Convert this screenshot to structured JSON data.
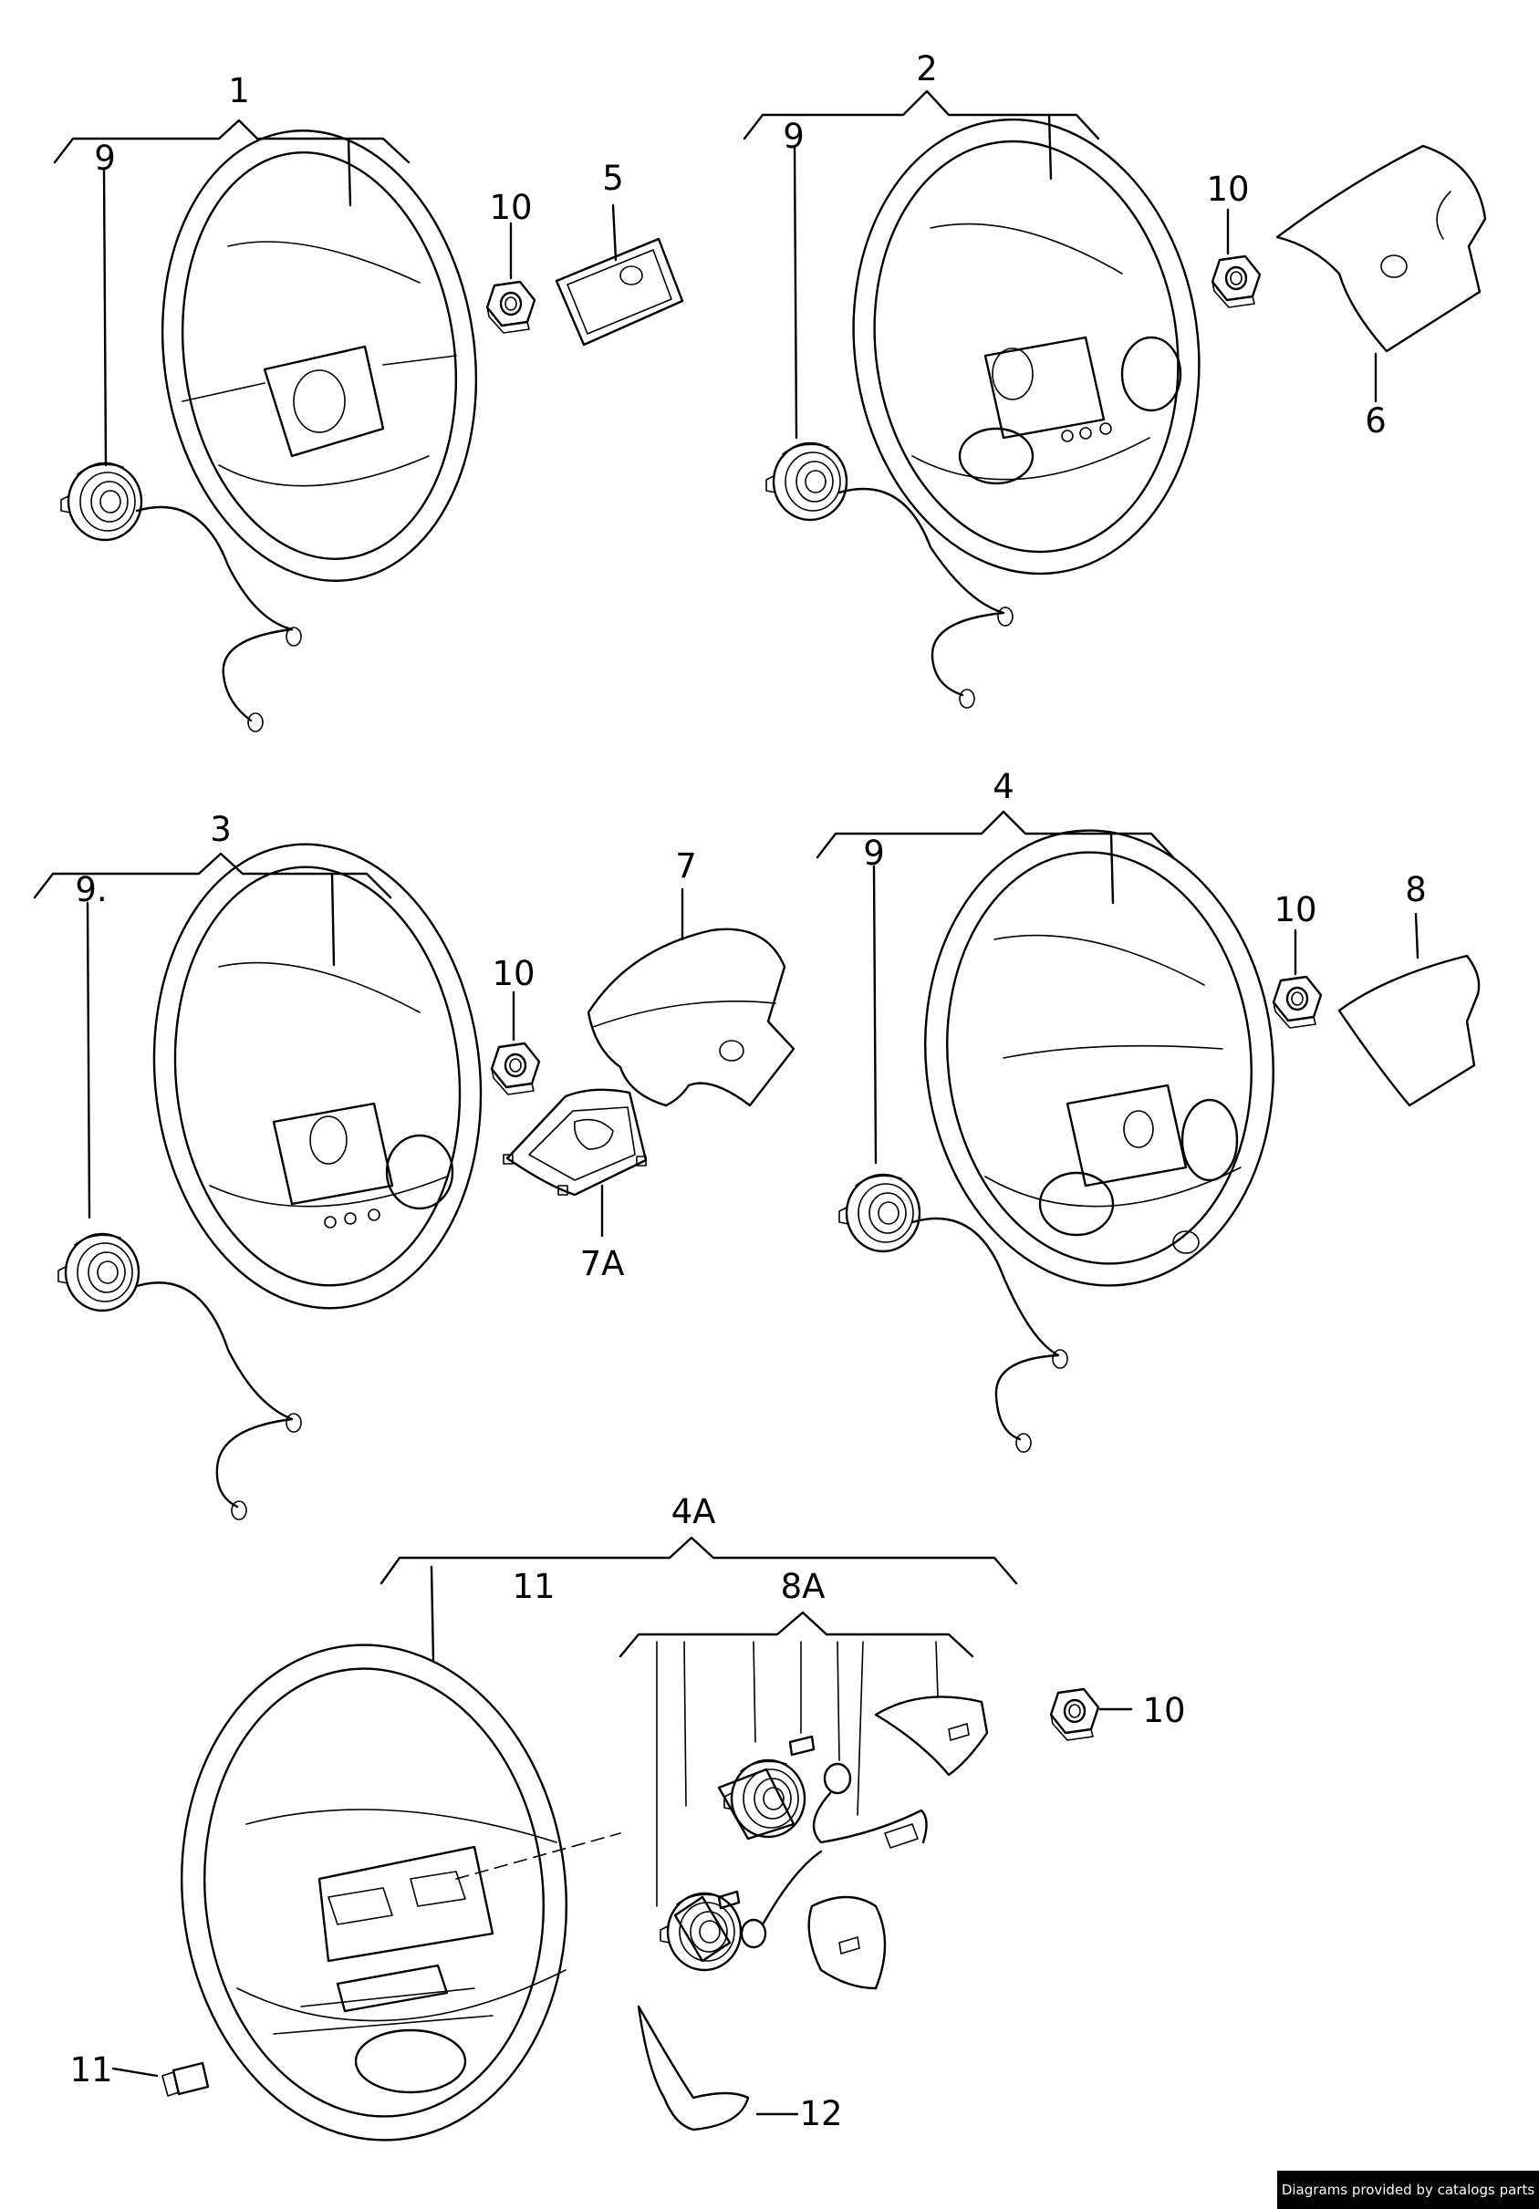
{
  "labels": {
    "1": "1",
    "2": "2",
    "3": "3",
    "4": "4",
    "4A": "4A",
    "5": "5",
    "6": "6",
    "7": "7",
    "7A": "7A",
    "8": "8",
    "8A": "8A",
    "9": "9",
    "9dot": "9.",
    "10": "10",
    "11": "11",
    "12": "12"
  },
  "credit": "Diagrams provided by catalogs parts"
}
